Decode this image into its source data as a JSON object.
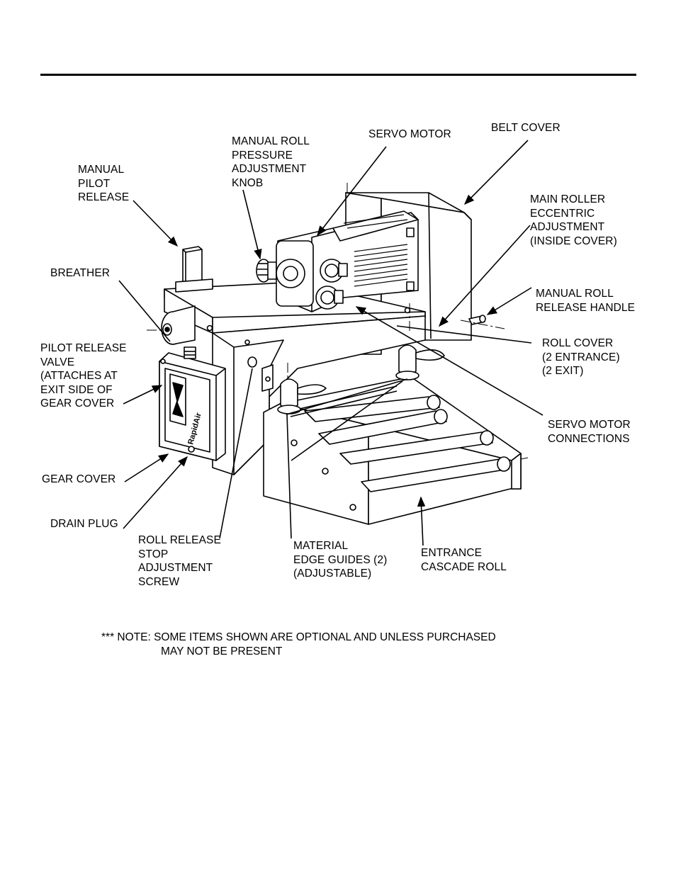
{
  "labels": {
    "manual_pilot_release": [
      "MANUAL",
      "PILOT",
      "RELEASE"
    ],
    "manual_roll_pressure_knob": [
      "MANUAL ROLL",
      "PRESSURE",
      "ADJUSTMENT",
      "KNOB"
    ],
    "servo_motor": [
      "SERVO MOTOR"
    ],
    "belt_cover": [
      "BELT COVER"
    ],
    "main_roller_eccentric": [
      "MAIN ROLLER",
      "ECCENTRIC",
      "ADJUSTMENT",
      "(INSIDE COVER)"
    ],
    "breather": [
      "BREATHER"
    ],
    "manual_roll_release_handle": [
      "MANUAL ROLL",
      "RELEASE HANDLE"
    ],
    "pilot_release_valve": [
      "PILOT RELEASE",
      "VALVE",
      "(ATTACHES AT",
      "EXIT SIDE OF",
      "GEAR COVER"
    ],
    "roll_cover": [
      "ROLL COVER",
      "(2 ENTRANCE)",
      "(2 EXIT)"
    ],
    "servo_motor_connections": [
      "SERVO MOTOR",
      "CONNECTIONS"
    ],
    "gear_cover": [
      "GEAR COVER"
    ],
    "drain_plug": [
      "DRAIN PLUG"
    ],
    "roll_release_stop_screw": [
      "ROLL RELEASE",
      "STOP",
      "ADJUSTMENT",
      "SCREW"
    ],
    "material_edge_guides": [
      "MATERIAL",
      "EDGE GUIDES (2)",
      "(ADJUSTABLE)"
    ],
    "entrance_cascade_roll": [
      "ENTRANCE",
      "CASCADE ROLL"
    ]
  },
  "logo_text": "RapidAir",
  "note": {
    "line1": "*** NOTE:  SOME ITEMS SHOWN ARE OPTIONAL AND UNLESS PURCHASED",
    "line2": "MAY NOT BE PRESENT"
  },
  "colors": {
    "ink": "#000000",
    "paper": "#ffffff",
    "shade": "#c8c8c8"
  }
}
